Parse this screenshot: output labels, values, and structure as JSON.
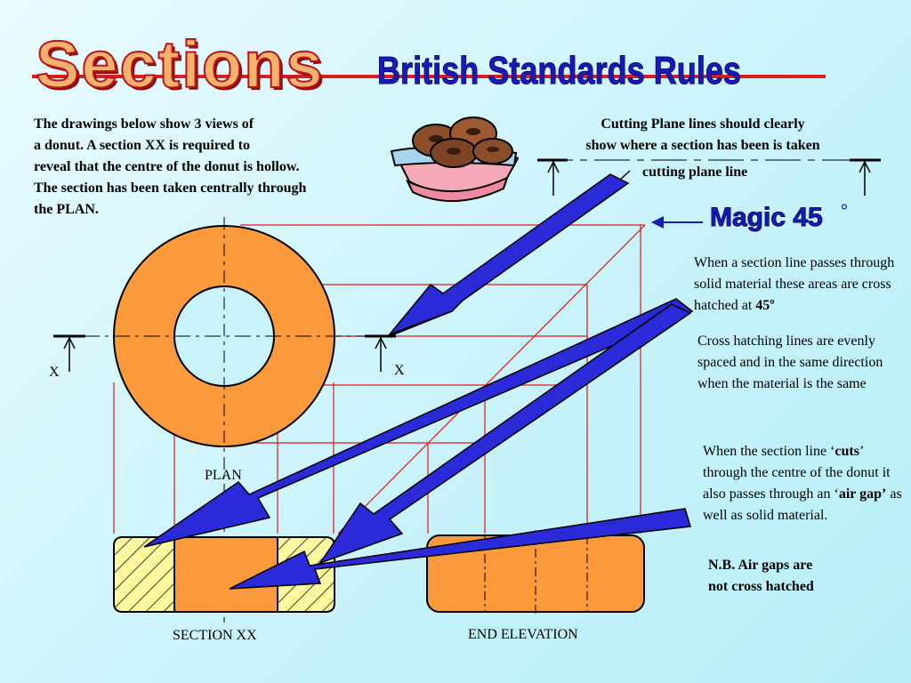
{
  "header": {
    "title": "Sections",
    "subtitle": "British Standards Rules"
  },
  "intro": "The drawings below show 3 views of\na donut.  A section XX is required to\n reveal that the centre of the donut is hollow.\nThe section has been taken centrally through\nthe PLAN.",
  "cutting_plane": {
    "note": "Cutting Plane lines should clearly\nshow where a section has been is taken",
    "label": "cutting plane line"
  },
  "magic": {
    "label": "Magic 45",
    "degree": "°"
  },
  "notes": {
    "solid_before": "When a section line passes through solid material these areas are cross hatched at ",
    "solid_angle": "45º",
    "spacing": "Cross hatching lines are evenly spaced and in the same direction when the material is the same",
    "cuts_a": "When the section line ‘",
    "cuts_b": "cuts",
    "cuts_c": "’ through the centre of the donut it also passes through an ‘",
    "cuts_d": "air gap’",
    "cuts_e": " as well as solid material.",
    "nb": "N.B. Air gaps are\nnot cross hatched"
  },
  "labels": {
    "plan": "PLAN",
    "section": "SECTION XX",
    "end_elevation": "END ELEVATION",
    "x_left": "X",
    "x_right": "X"
  },
  "colors": {
    "orange": "#fb9a3c",
    "hatch_fill": "#fffaa0",
    "projection": "#e01818",
    "arrow": "#2a2ad8",
    "title_red": "#d81f1f"
  },
  "icons": {
    "bowl": "donut-bowl-icon"
  }
}
